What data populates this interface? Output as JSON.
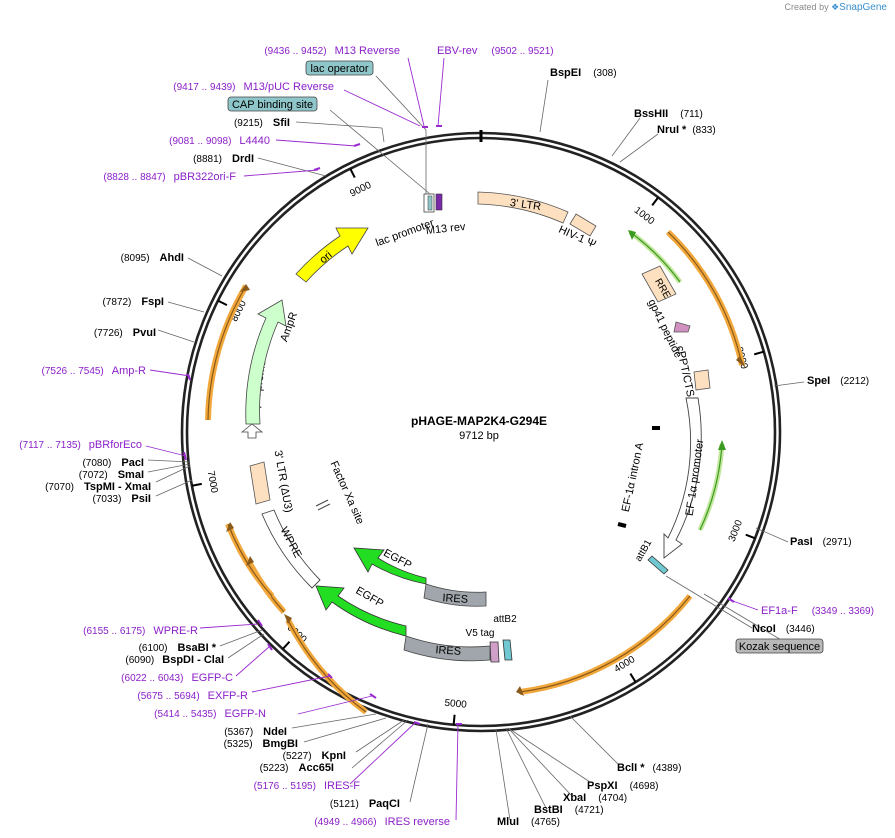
{
  "credit": {
    "prefix": "Created by",
    "brand": "SnapGene"
  },
  "title": "pHAGE-MAP2K4-G294E",
  "length": "9712 bp",
  "total_bp": 9712,
  "ticks": [
    {
      "bp": 1000,
      "label": "1000"
    },
    {
      "bp": 2000,
      "label": "2000"
    },
    {
      "bp": 3000,
      "label": "3000"
    },
    {
      "bp": 4000,
      "label": "4000"
    },
    {
      "bp": 5000,
      "label": "5000"
    },
    {
      "bp": 6000,
      "label": "6000"
    },
    {
      "bp": 7000,
      "label": "7000"
    },
    {
      "bp": 8000,
      "label": "8000"
    },
    {
      "bp": 9000,
      "label": "9000"
    }
  ],
  "colors": {
    "enzyme": "#000000",
    "primer": "#8b1fc8",
    "feature_label_bg": "#8fc6c9",
    "cds_green": "#22dd22",
    "ltr": "#fde0c0",
    "orange_outline": "#f2a73b",
    "promoter_green": "#ccffcc",
    "ori_yellow": "#ffff00",
    "ires_gray": "#a0a6ab"
  },
  "enzymes": [
    {
      "name": "BspEI",
      "pos": "(308)"
    },
    {
      "name": "BssHII",
      "pos": "(711)"
    },
    {
      "name": "NruI *",
      "pos": "(833)"
    },
    {
      "name": "SpeI",
      "pos": "(2212)"
    },
    {
      "name": "PasI",
      "pos": "(2971)"
    },
    {
      "name": "NcoI",
      "pos": "(3446)"
    },
    {
      "name": "BclI *",
      "pos": "(4389)"
    },
    {
      "name": "PspXI",
      "pos": "(4698)"
    },
    {
      "name": "XbaI",
      "pos": "(4704)"
    },
    {
      "name": "BstBI",
      "pos": "(4721)"
    },
    {
      "name": "MluI",
      "pos": "(4765)"
    },
    {
      "name": "PaqCI",
      "pos": "(5121)"
    },
    {
      "name": "Acc65I",
      "pos": "(5223)"
    },
    {
      "name": "KpnI",
      "pos": "(5227)"
    },
    {
      "name": "BmgBI",
      "pos": "(5325)"
    },
    {
      "name": "NdeI",
      "pos": "(5367)"
    },
    {
      "name": "BspDI - ClaI",
      "pos": "(6090)"
    },
    {
      "name": "BsaBI *",
      "pos": "(6100)"
    },
    {
      "name": "PsiI",
      "pos": "(7033)"
    },
    {
      "name": "TspMI - XmaI",
      "pos": "(7070)"
    },
    {
      "name": "SmaI",
      "pos": "(7072)"
    },
    {
      "name": "PacI",
      "pos": "(7080)"
    },
    {
      "name": "PvuI",
      "pos": "(7726)"
    },
    {
      "name": "FspI",
      "pos": "(7872)"
    },
    {
      "name": "AhdI",
      "pos": "(8095)"
    },
    {
      "name": "DrdI",
      "pos": "(8881)"
    },
    {
      "name": "SfiI",
      "pos": "(9215)"
    }
  ],
  "primers": [
    {
      "name": "M13 Reverse",
      "pos": "(9436 .. 9452)"
    },
    {
      "name": "EBV-rev",
      "pos": "(9502 .. 9521)"
    },
    {
      "name": "M13/pUC Reverse",
      "pos": "(9417 .. 9439)"
    },
    {
      "name": "L4440",
      "pos": "(9081 .. 9098)"
    },
    {
      "name": "pBR322ori-F",
      "pos": "(8828 .. 8847)"
    },
    {
      "name": "Amp-R",
      "pos": "(7526 .. 7545)"
    },
    {
      "name": "pBRforEco",
      "pos": "(7117 .. 7135)"
    },
    {
      "name": "EF1a-F",
      "pos": "(3349 .. 3369)"
    },
    {
      "name": "WPRE-R",
      "pos": "(6155 .. 6175)"
    },
    {
      "name": "EGFP-C",
      "pos": "(6022 .. 6043)"
    },
    {
      "name": "EXFP-R",
      "pos": "(5675 .. 5694)"
    },
    {
      "name": "EGFP-N",
      "pos": "(5414 .. 5435)"
    },
    {
      "name": "IRES-F",
      "pos": "(5176 .. 5195)"
    },
    {
      "name": "IRES reverse",
      "pos": "(4949 .. 4966)"
    }
  ],
  "boxed_features": [
    "lac operator",
    "CAP binding site",
    "Kozak sequence"
  ],
  "features": {
    "ltr5": "3' LTR",
    "hiv_psi": "HIV-1 Ψ",
    "rre": "RRE",
    "gp41": "gp41 peptide",
    "cppt": "cPPT/CTS",
    "ef1a_promoter": "EF-1α promoter",
    "ef1a_intron": "EF-1α intron A",
    "attb1": "attB1",
    "attb2": "attB2",
    "v5": "V5 tag",
    "ires1": "IRES",
    "ires2": "IRES",
    "egfp1": "EGFP",
    "egfp2": "EGFP",
    "wpre": "WPRE",
    "ltr3": "3' LTR (ΔU3)",
    "factor_xa": "Factor Xa site",
    "ampr_promoter": "AmpR promoter",
    "ampr": "AmpR",
    "ori": "ori",
    "lac_promoter": "lac promoter",
    "m13rev": "M13 rev"
  }
}
